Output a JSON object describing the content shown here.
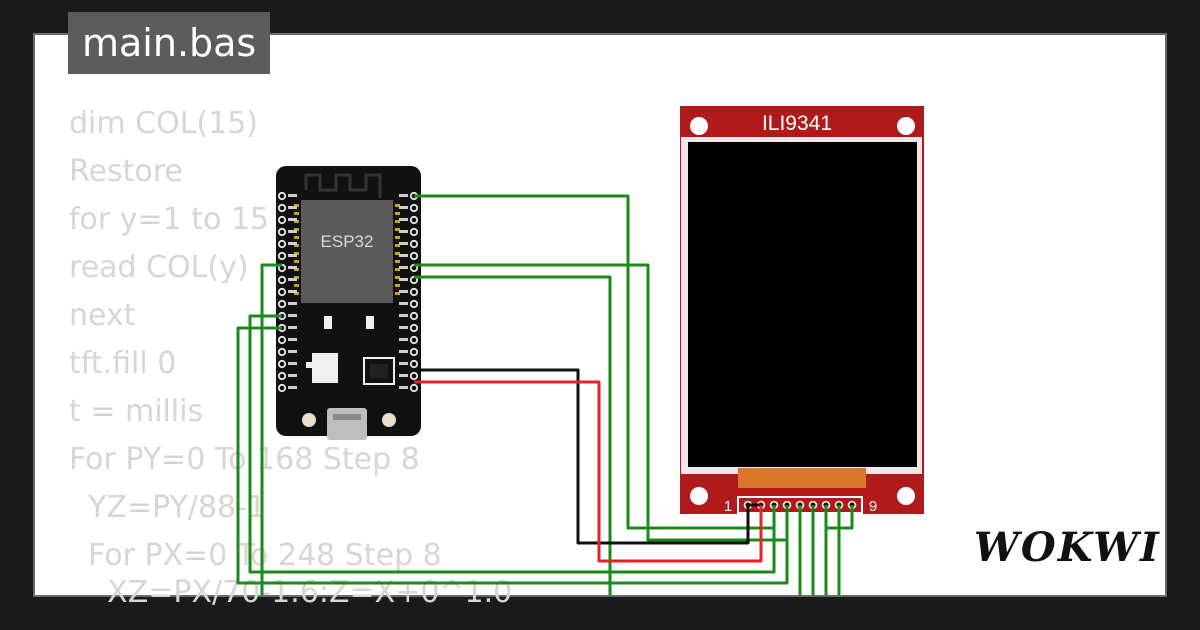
{
  "tab": {
    "filename": "main.bas"
  },
  "code_lines": [
    "dim COL(15)",
    "Restore",
    "for y=1 to 15",
    "read COL(y)",
    "next",
    "tft.fill 0",
    "t = millis",
    "For PY=0 To 168 Step 8",
    "  YZ=PY/88-1",
    "  For PX=0 To 248 Step 8",
    "    XZ=PX/70-1.6:Z=X+0^1.0"
  ],
  "esp32": {
    "label": "ESP32"
  },
  "display": {
    "title": "ILI9341",
    "pin_first": "1",
    "pin_last": "9"
  },
  "brand": {
    "logo": "WOKWI"
  },
  "colors": {
    "background": "#1b1b1b",
    "board": "#111111",
    "display_pcb": "#b11a1a",
    "wire_green": "#1a8a1a",
    "wire_red": "#e8202a",
    "wire_black": "#111111"
  }
}
